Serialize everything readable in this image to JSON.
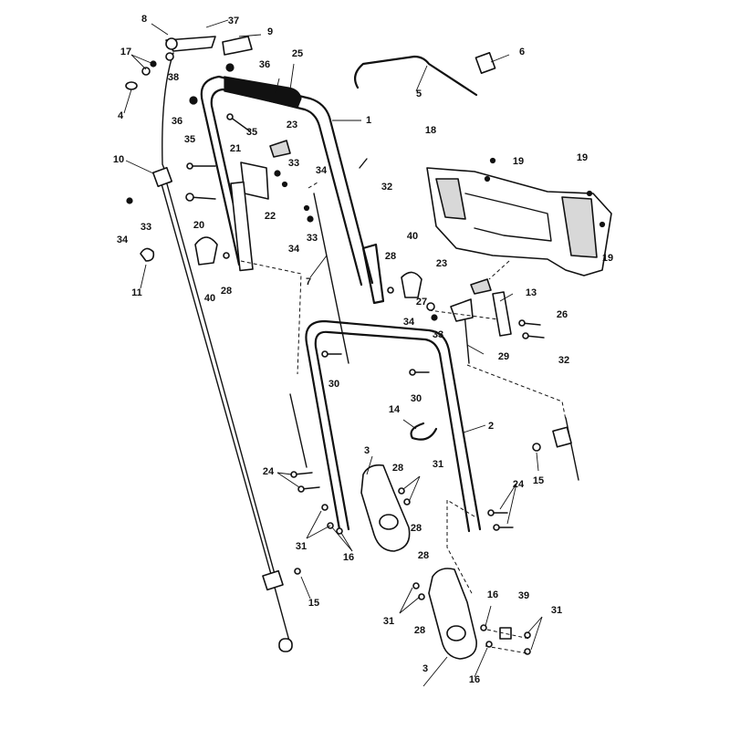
{
  "callouts": [
    {
      "id": "c1",
      "text": "1"
    },
    {
      "id": "c2",
      "text": "2"
    },
    {
      "id": "c3a",
      "text": "3"
    },
    {
      "id": "c3b",
      "text": "3"
    },
    {
      "id": "c4",
      "text": "4"
    },
    {
      "id": "c5",
      "text": "5"
    },
    {
      "id": "c6",
      "text": "6"
    },
    {
      "id": "c7",
      "text": "7"
    },
    {
      "id": "c8",
      "text": "8"
    },
    {
      "id": "c9",
      "text": "9"
    },
    {
      "id": "c10",
      "text": "10"
    },
    {
      "id": "c11",
      "text": "11"
    },
    {
      "id": "c13",
      "text": "13"
    },
    {
      "id": "c14",
      "text": "14"
    },
    {
      "id": "c15a",
      "text": "15"
    },
    {
      "id": "c15b",
      "text": "15"
    },
    {
      "id": "c16a",
      "text": "16"
    },
    {
      "id": "c16b",
      "text": "16"
    },
    {
      "id": "c16c",
      "text": "16"
    },
    {
      "id": "c17",
      "text": "17"
    },
    {
      "id": "c18",
      "text": "18"
    },
    {
      "id": "c19a",
      "text": "19"
    },
    {
      "id": "c19b",
      "text": "19"
    },
    {
      "id": "c19c",
      "text": "19"
    },
    {
      "id": "c20",
      "text": "20"
    },
    {
      "id": "c21",
      "text": "21"
    },
    {
      "id": "c22",
      "text": "22"
    },
    {
      "id": "c23a",
      "text": "23"
    },
    {
      "id": "c23b",
      "text": "23"
    },
    {
      "id": "c24a",
      "text": "24"
    },
    {
      "id": "c24b",
      "text": "24"
    },
    {
      "id": "c25",
      "text": "25"
    },
    {
      "id": "c26",
      "text": "26"
    },
    {
      "id": "c27",
      "text": "27"
    },
    {
      "id": "c28a",
      "text": "28"
    },
    {
      "id": "c28b",
      "text": "28"
    },
    {
      "id": "c28c",
      "text": "28"
    },
    {
      "id": "c28d",
      "text": "28"
    },
    {
      "id": "c28e",
      "text": "28"
    },
    {
      "id": "c28f",
      "text": "28"
    },
    {
      "id": "c29",
      "text": "29"
    },
    {
      "id": "c30a",
      "text": "30"
    },
    {
      "id": "c30b",
      "text": "30"
    },
    {
      "id": "c31a",
      "text": "31"
    },
    {
      "id": "c31b",
      "text": "31"
    },
    {
      "id": "c31c",
      "text": "31"
    },
    {
      "id": "c31d",
      "text": "31"
    },
    {
      "id": "c32a",
      "text": "32"
    },
    {
      "id": "c32b",
      "text": "32"
    },
    {
      "id": "c33a",
      "text": "33"
    },
    {
      "id": "c33b",
      "text": "33"
    },
    {
      "id": "c33c",
      "text": "33"
    },
    {
      "id": "c33d",
      "text": "33"
    },
    {
      "id": "c34a",
      "text": "34"
    },
    {
      "id": "c34b",
      "text": "34"
    },
    {
      "id": "c34c",
      "text": "34"
    },
    {
      "id": "c34d",
      "text": "34"
    },
    {
      "id": "c35a",
      "text": "35"
    },
    {
      "id": "c35b",
      "text": "35"
    },
    {
      "id": "c36a",
      "text": "36"
    },
    {
      "id": "c36b",
      "text": "36"
    },
    {
      "id": "c37",
      "text": "37"
    },
    {
      "id": "c38",
      "text": "38"
    },
    {
      "id": "c39",
      "text": "39"
    },
    {
      "id": "c40a",
      "text": "40"
    },
    {
      "id": "c40b",
      "text": "40"
    }
  ]
}
